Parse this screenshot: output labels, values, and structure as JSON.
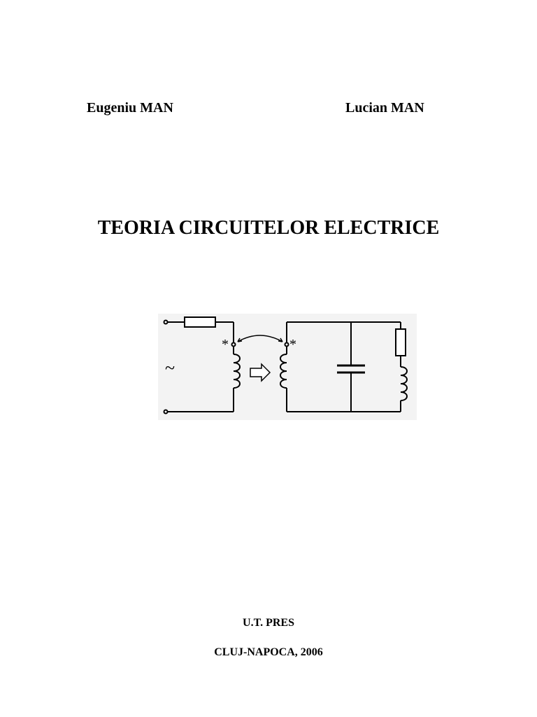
{
  "authors": [
    "Eugeniu MAN",
    "Lucian MAN"
  ],
  "title": "TEORIA CIRCUITELOR ELECTRICE",
  "figure": {
    "description_icon": "coupled-resonant-circuit-diagram",
    "source_symbol": "~",
    "dot_marker": "*"
  },
  "publisher": "U.T. PRES",
  "place_year": "CLUJ-NAPOCA, 2006"
}
